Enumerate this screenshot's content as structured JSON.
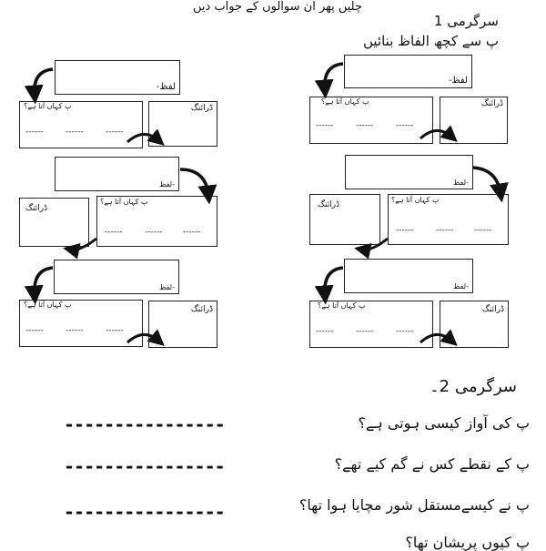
{
  "header": {
    "instruction": "چلیں پھر ان سوالوں کے جواب دیں"
  },
  "activity1": {
    "title": "سرگرمی 1",
    "subtitle": "پ سے کچھ الفاظ بنائیں"
  },
  "cards": {
    "word_label": "لفظ-",
    "word_label_small": "-لفظ",
    "drawing_label": "ڈرائنگ",
    "position_label": "پ کہاں آتا ہے؟",
    "blank": "------"
  },
  "activity2": {
    "title": "سرگرمی  2۔",
    "answer_line": "----------------",
    "questions": [
      "پ کی آواز کیسی ہوتی ہے؟",
      "پ کے نقطے کس نے گم کیے تھے؟",
      "پ نے کیسےمستقل شور مچایا ہوا تھا؟",
      "پ کیوں پریشان تھا؟"
    ]
  }
}
